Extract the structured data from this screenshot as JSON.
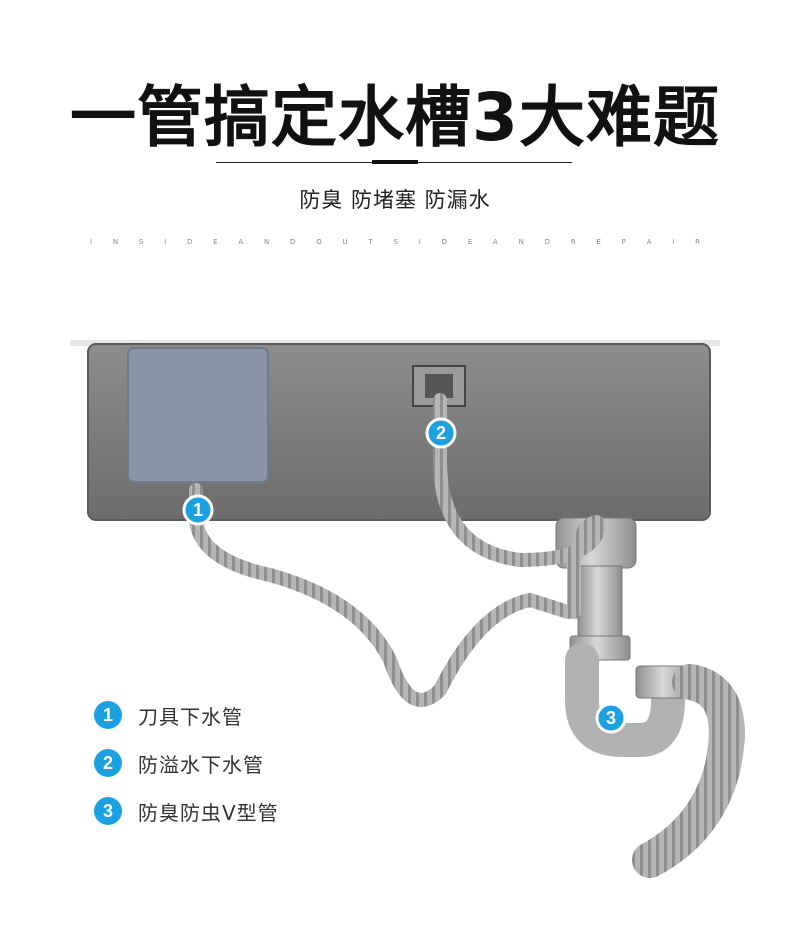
{
  "header": {
    "title": "一管搞定水槽3大难题",
    "subtitle": "防臭 防堵塞 防漏水",
    "tagline": "I N S I D E   A N D   O U T S I D E   A N D   R E P A I R"
  },
  "markers": {
    "m1": "1",
    "m2": "2",
    "m3": "3"
  },
  "legend": {
    "items": [
      {
        "number": "1",
        "label": "刀具下水管"
      },
      {
        "number": "2",
        "label": "防溢水下水管"
      },
      {
        "number": "3",
        "label": "防臭防虫V型管"
      }
    ]
  },
  "colors": {
    "accent": "#1ba0e2",
    "sink": "#7a7a7a",
    "pipe": "#a9a9a9"
  }
}
